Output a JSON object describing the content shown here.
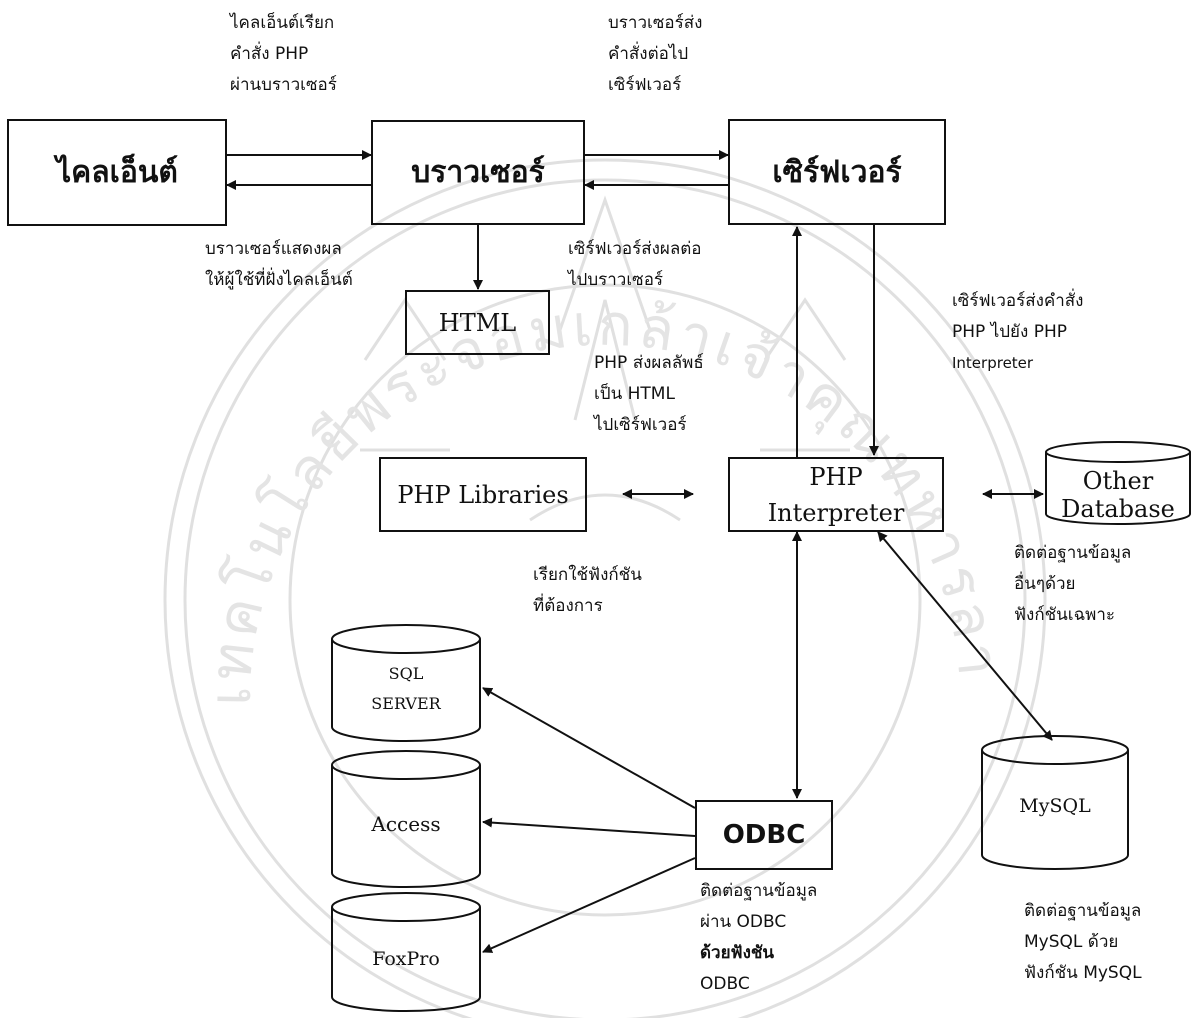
{
  "nodes": {
    "client": "ไคลเอ็นต์",
    "browser": "บราวเซอร์",
    "server": "เซิร์ฟเวอร์",
    "html": "HTML",
    "php_libraries": "PHP Libraries",
    "php_interpreter": [
      "PHP",
      "Interpreter"
    ],
    "other_database": [
      "Other",
      "Database"
    ],
    "sql_server": [
      "SQL",
      "SERVER"
    ],
    "access": "Access",
    "foxpro": "FoxPro",
    "odbc": "ODBC",
    "mysql": "MySQL"
  },
  "notes": {
    "client_request": [
      "ไคลเอ็นต์เรียก",
      "คำสั่ง PHP",
      "ผ่านบราวเซอร์"
    ],
    "browser_send": [
      "บราวเซอร์ส่ง",
      "คำสั่งต่อไป",
      "เซิร์ฟเวอร์"
    ],
    "browser_display": [
      "บราวเซอร์แสดงผล",
      "ให้ผู้ใช้ที่ฝั่งไคลเอ็นต์"
    ],
    "server_return": [
      "เซิร์ฟเวอร์ส่งผลต่อ",
      "ไปบราวเซอร์"
    ],
    "server_to_interpreter": [
      "เซิร์ฟเวอร์ส่งคำสั่ง",
      "PHP ไปยัง PHP",
      "Interpreter"
    ],
    "php_result": [
      "PHP ส่งผลลัพธ์",
      "เป็น HTML",
      "ไปเซิร์ฟเวอร์"
    ],
    "call_functions": [
      "เรียกใช้ฟังก์ชัน",
      "ที่ต้องการ"
    ],
    "other_db_connect": [
      "ติดต่อฐานข้อมูล",
      "อื่นๆด้วย",
      "ฟังก์ชันเฉพาะ"
    ],
    "odbc_connect": [
      "ติดต่อฐานข้อมูล",
      "ผ่าน ODBC",
      "ด้วยฟังชัน",
      "ODBC"
    ],
    "mysql_connect": [
      "ติดต่อฐานข้อมูล",
      "MySQL ด้วย",
      "ฟังก์ชัน MySQL"
    ]
  },
  "watermark_text": "สถาบันเทคโนโลยีพระจอมเกล้าเจ้าคุณทหารลาดกระบัง"
}
